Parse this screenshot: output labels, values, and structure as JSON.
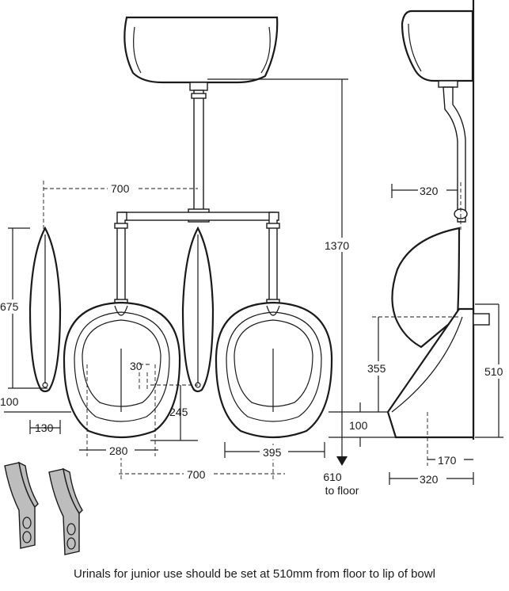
{
  "dimensions": {
    "d700_top": "700",
    "d675": "675",
    "d100_left": "100",
    "d130": "130",
    "d30": "30",
    "d245": "245",
    "d280": "280",
    "d395": "395",
    "d700_bottom": "700",
    "d1370": "1370",
    "floor_line1": "610",
    "floor_line2": "to floor",
    "d320_top": "320",
    "d355": "355",
    "d510": "510",
    "d100_side": "100",
    "d170": "170",
    "d320_bottom": "320"
  },
  "caption": "Urinals for junior use should be set at 510mm from floor to lip of bowl"
}
